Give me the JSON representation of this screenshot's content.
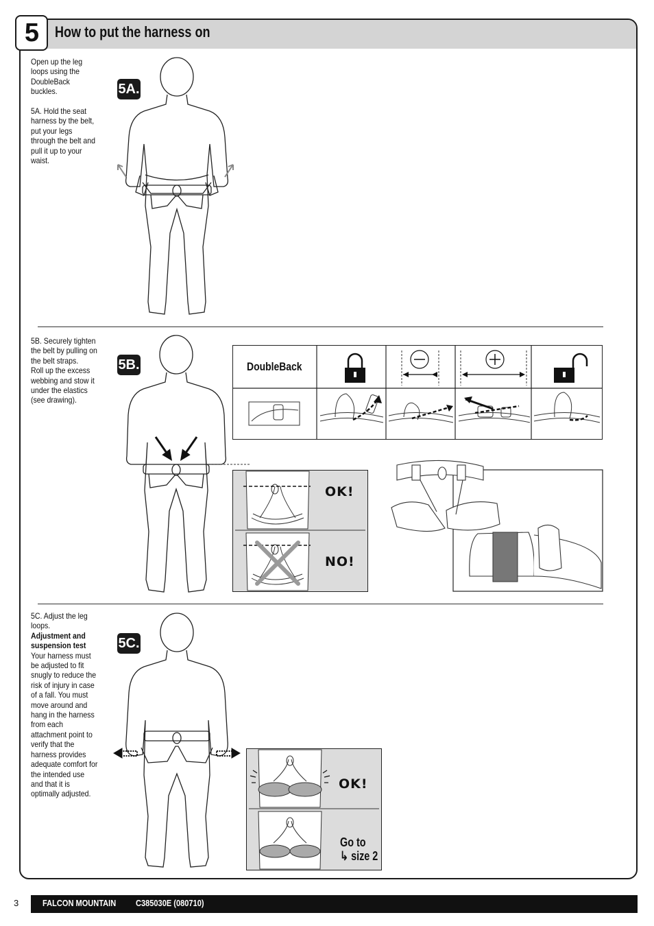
{
  "section": {
    "number": "5",
    "title": "How to put the harness on"
  },
  "step_5a": {
    "badge": "5A.",
    "text": "Open up the leg loops using the DoubleBack buckles.\n\n5A. Hold the seat harness by the belt, put your legs through the belt and pull it up to your waist."
  },
  "step_5b": {
    "badge": "5B.",
    "text": "5B. Securely tighten the belt by pulling on the belt straps.\nRoll up the excess webbing and stow it under the elastics (see drawing).",
    "table_label": "DoubleBack",
    "ok_label": "OK!",
    "no_label": "NO!"
  },
  "step_5c": {
    "badge": "5C.",
    "text_intro": "5C. Adjust the leg loops.",
    "text_heading": "Adjustment and suspension test",
    "text_body": "Your harness must be adjusted to fit snugly to reduce the risk of injury in case of a fall. You must move around and hang in the harness from each attachment point to verify that the harness provides adequate comfort for the intended use and that it is optimally adjusted.",
    "ok_label": "OK!",
    "goto_line1": "Go to",
    "goto_line2": "↳ size 2"
  },
  "footer": {
    "page": "3",
    "product": "FALCON MOUNTAIN",
    "reference": "C385030E (080710)"
  },
  "icons": [
    "padlock-closed-icon",
    "minus-circle-icon",
    "plus-circle-icon",
    "padlock-open-icon"
  ]
}
